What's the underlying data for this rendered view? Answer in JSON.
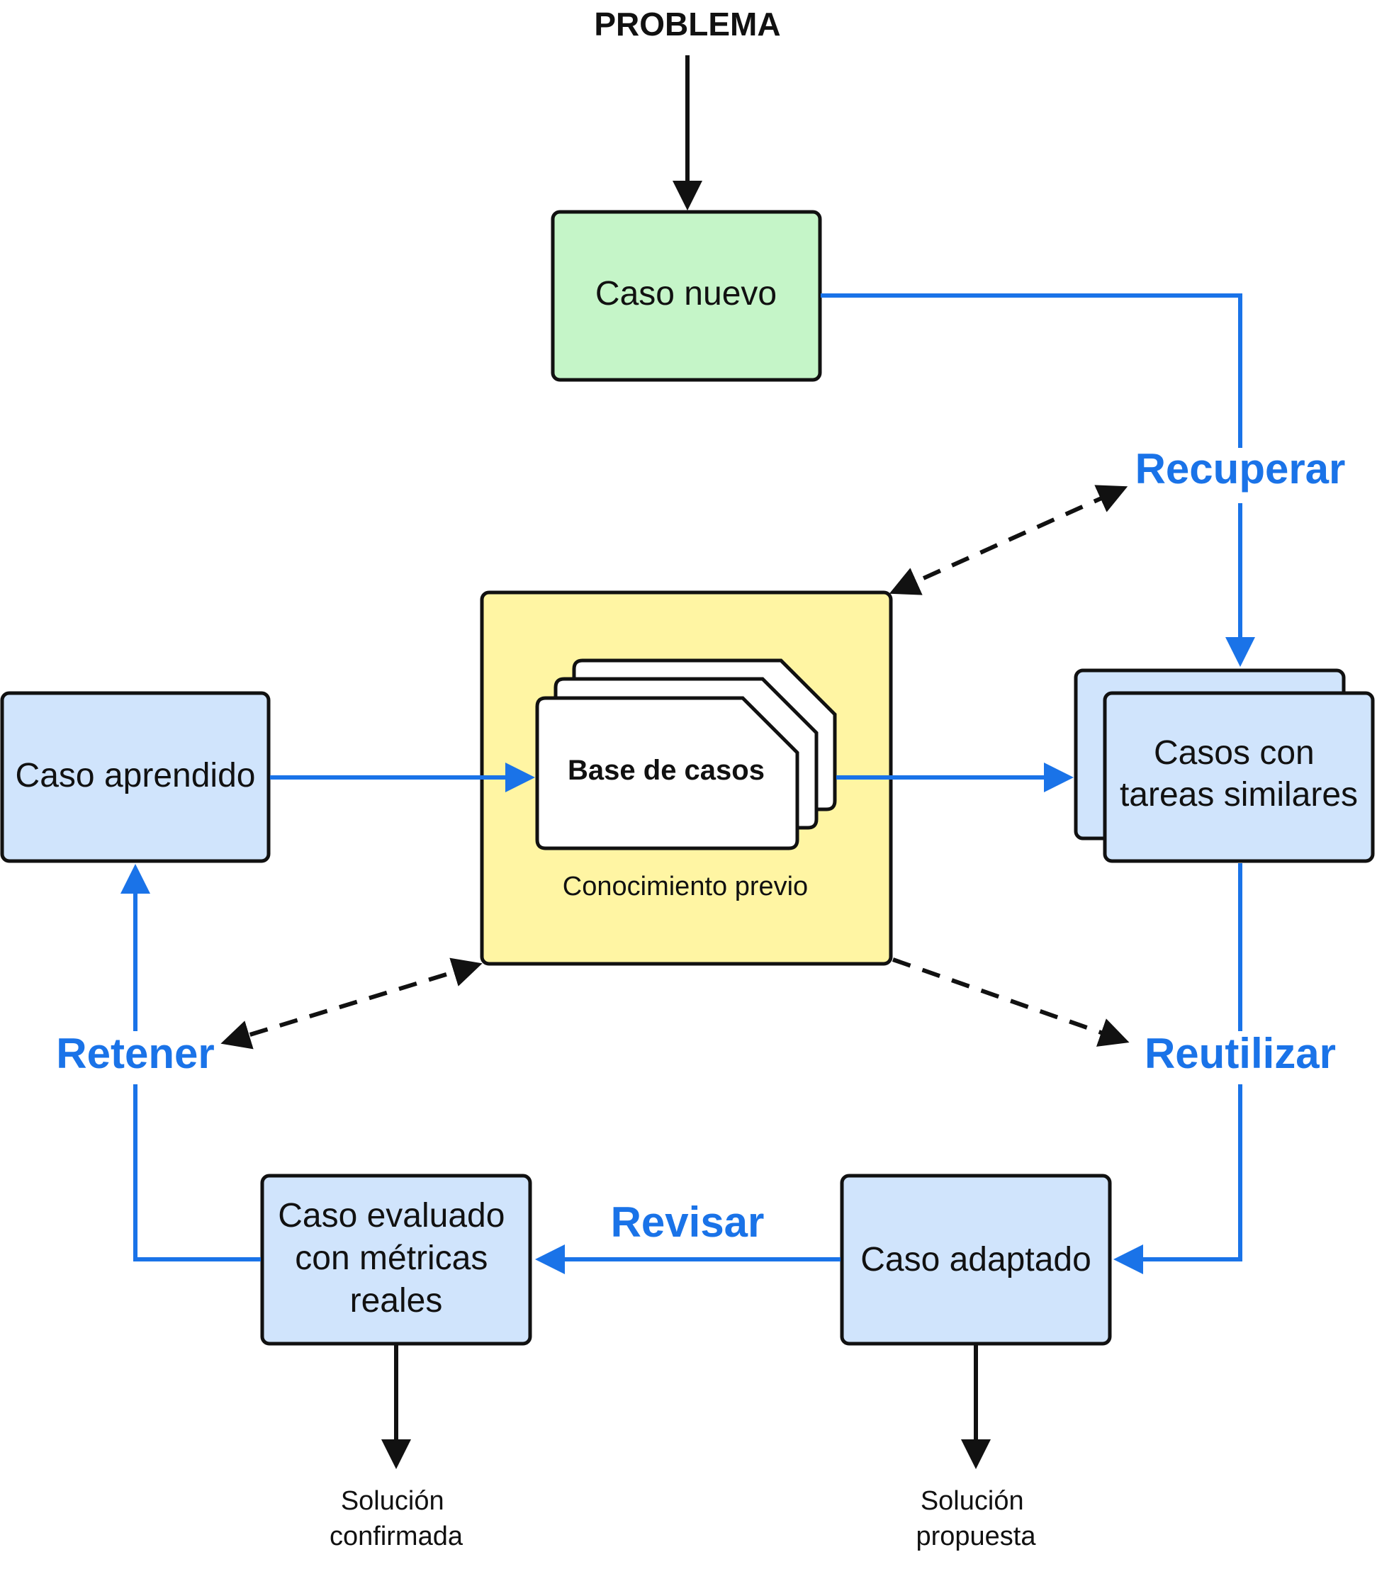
{
  "title": "PROBLEMA",
  "nodes": {
    "caso_nuevo": "Caso nuevo",
    "base_de_casos": "Base de casos",
    "conocimiento_previo": "Conocimiento previo",
    "casos_similares": [
      "Casos con",
      "tareas similares"
    ],
    "caso_aprendido": "Caso aprendido",
    "caso_adaptado": "Caso adaptado",
    "caso_evaluado": [
      "Caso evaluado",
      "con métricas",
      "reales"
    ]
  },
  "steps": {
    "recuperar": "Recuperar",
    "reutilizar": "Reutilizar",
    "revisar": "Revisar",
    "retener": "Retener"
  },
  "outputs": {
    "solucion_propuesta": [
      "Solución",
      "propuesta"
    ],
    "solucion_confirmada": [
      "Solución",
      "confirmada"
    ]
  },
  "colors": {
    "accent_blue": "#1a73e8",
    "green_fill": "#c5f5c8",
    "yellow_fill": "#fff5a3",
    "blue_fill": "#d0e4fc",
    "outline": "#111111"
  }
}
